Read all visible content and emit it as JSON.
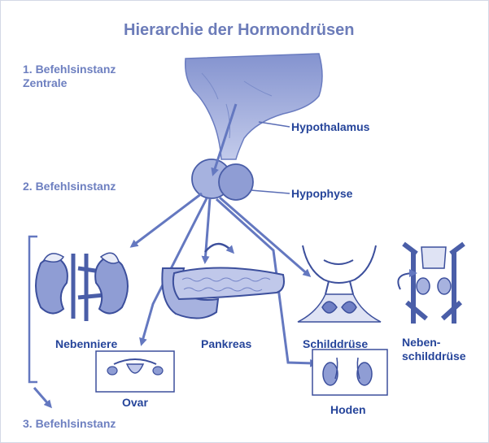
{
  "title": "Hierarchie der Hormondrüsen",
  "levels": [
    {
      "line1": "1. Befehlsinstanz",
      "line2": "Zentrale"
    },
    {
      "line1": "2. Befehlsinstanz"
    },
    {
      "line1": "3. Befehlsinstanz"
    }
  ],
  "glands": {
    "hypothalamus": "Hypothalamus",
    "hypophyse": "Hypophyse",
    "nebenniere": "Nebenniere",
    "pankreas": "Pankreas",
    "schilddruese": "Schilddrüse",
    "nebenschilddruese": {
      "line1": "Neben-",
      "line2": "schilddrüse"
    },
    "ovar": "Ovar",
    "hoden": "Hoden"
  },
  "colors": {
    "title": "#6c7cb9",
    "level_text": "#6d7fc0",
    "label_text": "#25449a",
    "organ_fill": "#9aa8d9",
    "organ_stroke": "#4a5ea8",
    "arrow": "#6478c0"
  }
}
